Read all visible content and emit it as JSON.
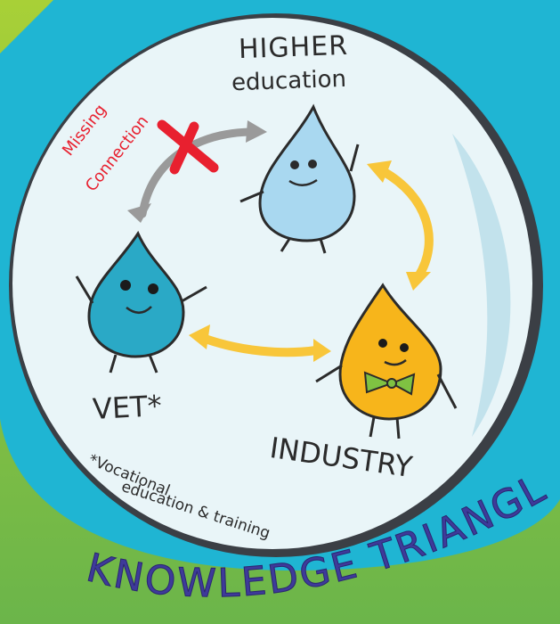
{
  "labels": {
    "higher_line1": "HIGHER",
    "higher_line2": "education",
    "vet": "VET*",
    "industry": "INDUSTRY",
    "missing_line1": "Missing",
    "missing_line2": "Connection",
    "footnote_line1": "*Vocational",
    "footnote_line2": "education & training",
    "title": "KNOWLEDGE TRIANGLE"
  },
  "colors": {
    "background_green": "#8cc63f",
    "ring_blue": "#1fb5d3",
    "circle_fill": "#e9f5f8",
    "higher_drop": "#a9d8f0",
    "vet_drop": "#2aa9c6",
    "industry_drop": "#f7b51b",
    "arrow_yellow": "#f8c63a",
    "arrow_grey": "#9a9a9a",
    "missing_red": "#e8202f",
    "title_purple": "#3e3a9a"
  },
  "icons": [
    "higher-education-drop-icon",
    "vet-drop-icon",
    "industry-drop-icon",
    "bow-tie-icon",
    "cross-mark-icon"
  ]
}
